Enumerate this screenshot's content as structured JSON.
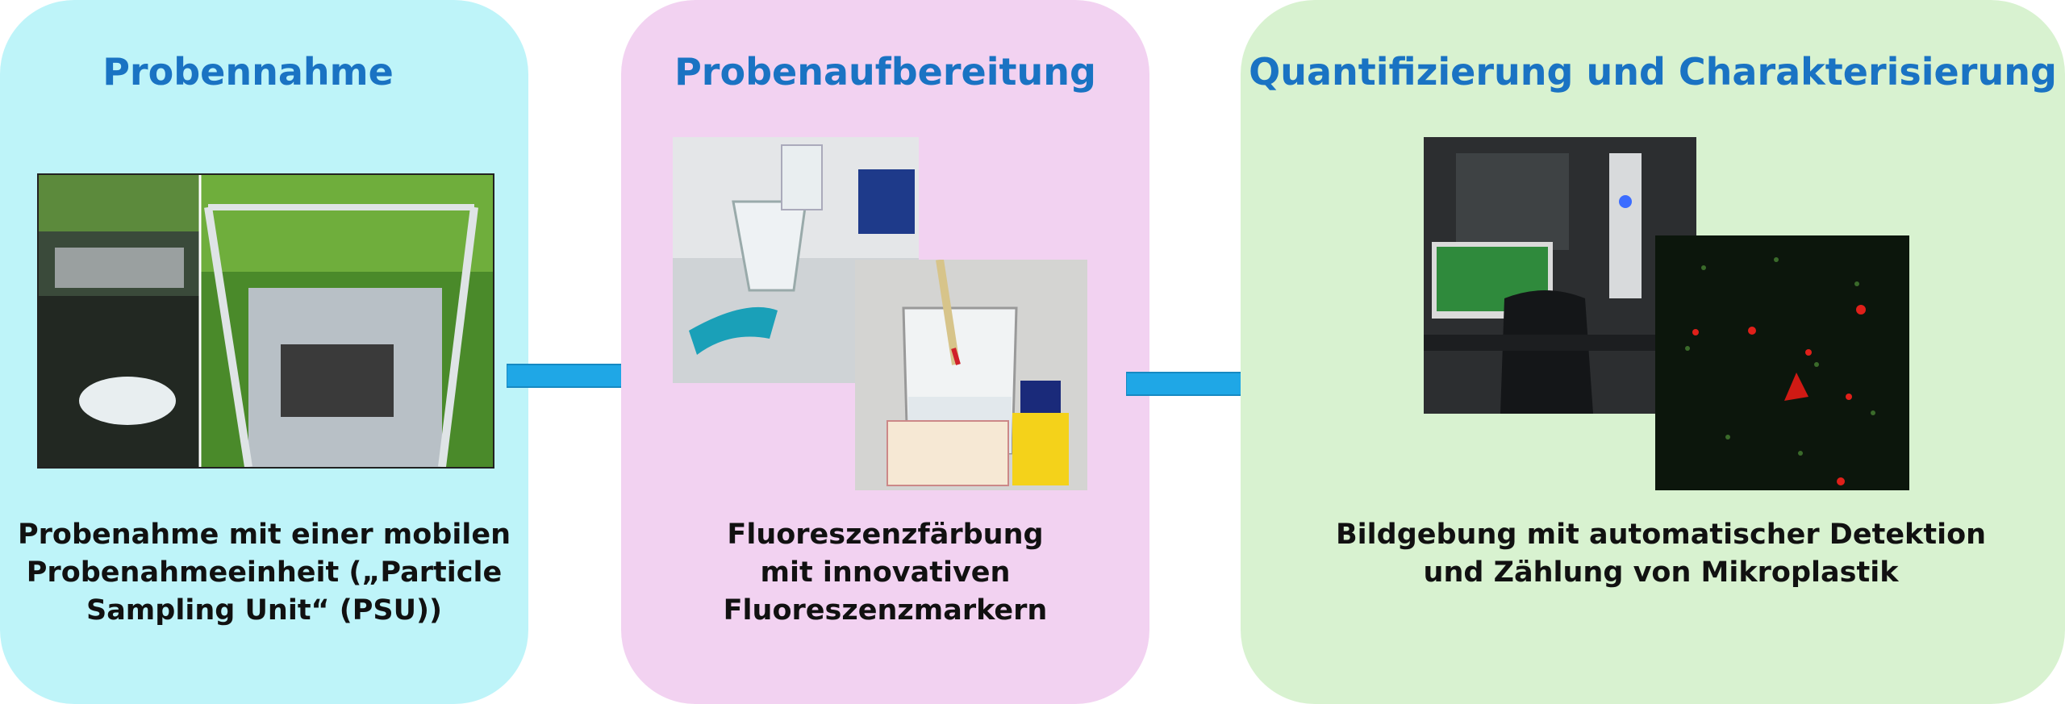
{
  "colors": {
    "panel1": "#bef4f9",
    "panel2": "#f2d2f1",
    "panel3": "#d8f2d0",
    "title": "#1a73c3",
    "arrow": "#1fa7e6"
  },
  "steps": [
    {
      "title": "Probennahme",
      "lines": [
        "Probenahme mit einer mobilen",
        "Probenahmeeinheit („Particle",
        "Sampling Unit“ (PSU))"
      ]
    },
    {
      "title": "Probenaufbereitung",
      "lines": [
        "Fluoreszenzfärbung",
        "mit innovativen",
        "Fluoreszenzmarkern"
      ]
    },
    {
      "title": "Quantifizierung und Charakterisierung",
      "lines": [
        "Bildgebung mit automatischer Detektion",
        "und Zählung von Mikroplastik"
      ]
    }
  ],
  "icons": [
    "arrow-right-icon",
    "arrow-right-icon"
  ]
}
